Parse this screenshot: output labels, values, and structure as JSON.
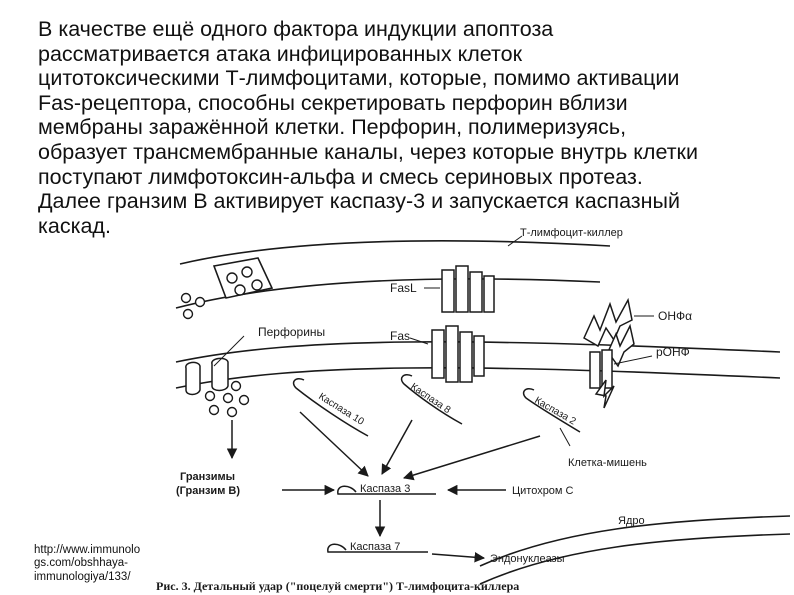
{
  "paragraph_lines": [
    "В качестве ещё одного фактора индукции апоптоза",
    "рассматривается атака инфицированных клеток",
    "цитотоксическими Т-лимфоцитами, которые, помимо активации",
    "Fas-рецептора, способны секретировать перфорин вблизи",
    "мембраны заражённой клетки. Перфорин, полимеризуясь,",
    "образует трансмембранные каналы, через которые внутрь клетки",
    "поступают лимфотоксин-альфа и смесь сериновых протеаз.",
    "Далее гранзим В активирует каспазу-3 и запускается каспазный",
    "каскад."
  ],
  "figure": {
    "labels": {
      "killer": "Т-лимфоцит-киллер",
      "fasl": "FasL",
      "fas": "Fas",
      "perforins": "Перфорины",
      "onf_a": "ОНФα",
      "ronf": "рОНФ",
      "casp10": "Каспаза 10",
      "casp8": "Каспаза 8",
      "casp2": "Каспаза 2",
      "target": "Клетка-мишень",
      "granzymes": "Гранзимы",
      "granzyme_b": "(Гранзим В)",
      "casp3": "Каспаза 3",
      "cytochrome": "Цитохром С",
      "nucleus": "Ядро",
      "casp7": "Каспаза 7",
      "endonucleases": "Эндонуклеазы"
    },
    "caption": "Рис. 3. Детальный удар (\"поцелуй смерти\") Т-лимфоцита-киллера"
  },
  "source_lines": [
    "http://www.immunolo",
    "gs.com/obshhaya-",
    "immunologiya/133/"
  ]
}
